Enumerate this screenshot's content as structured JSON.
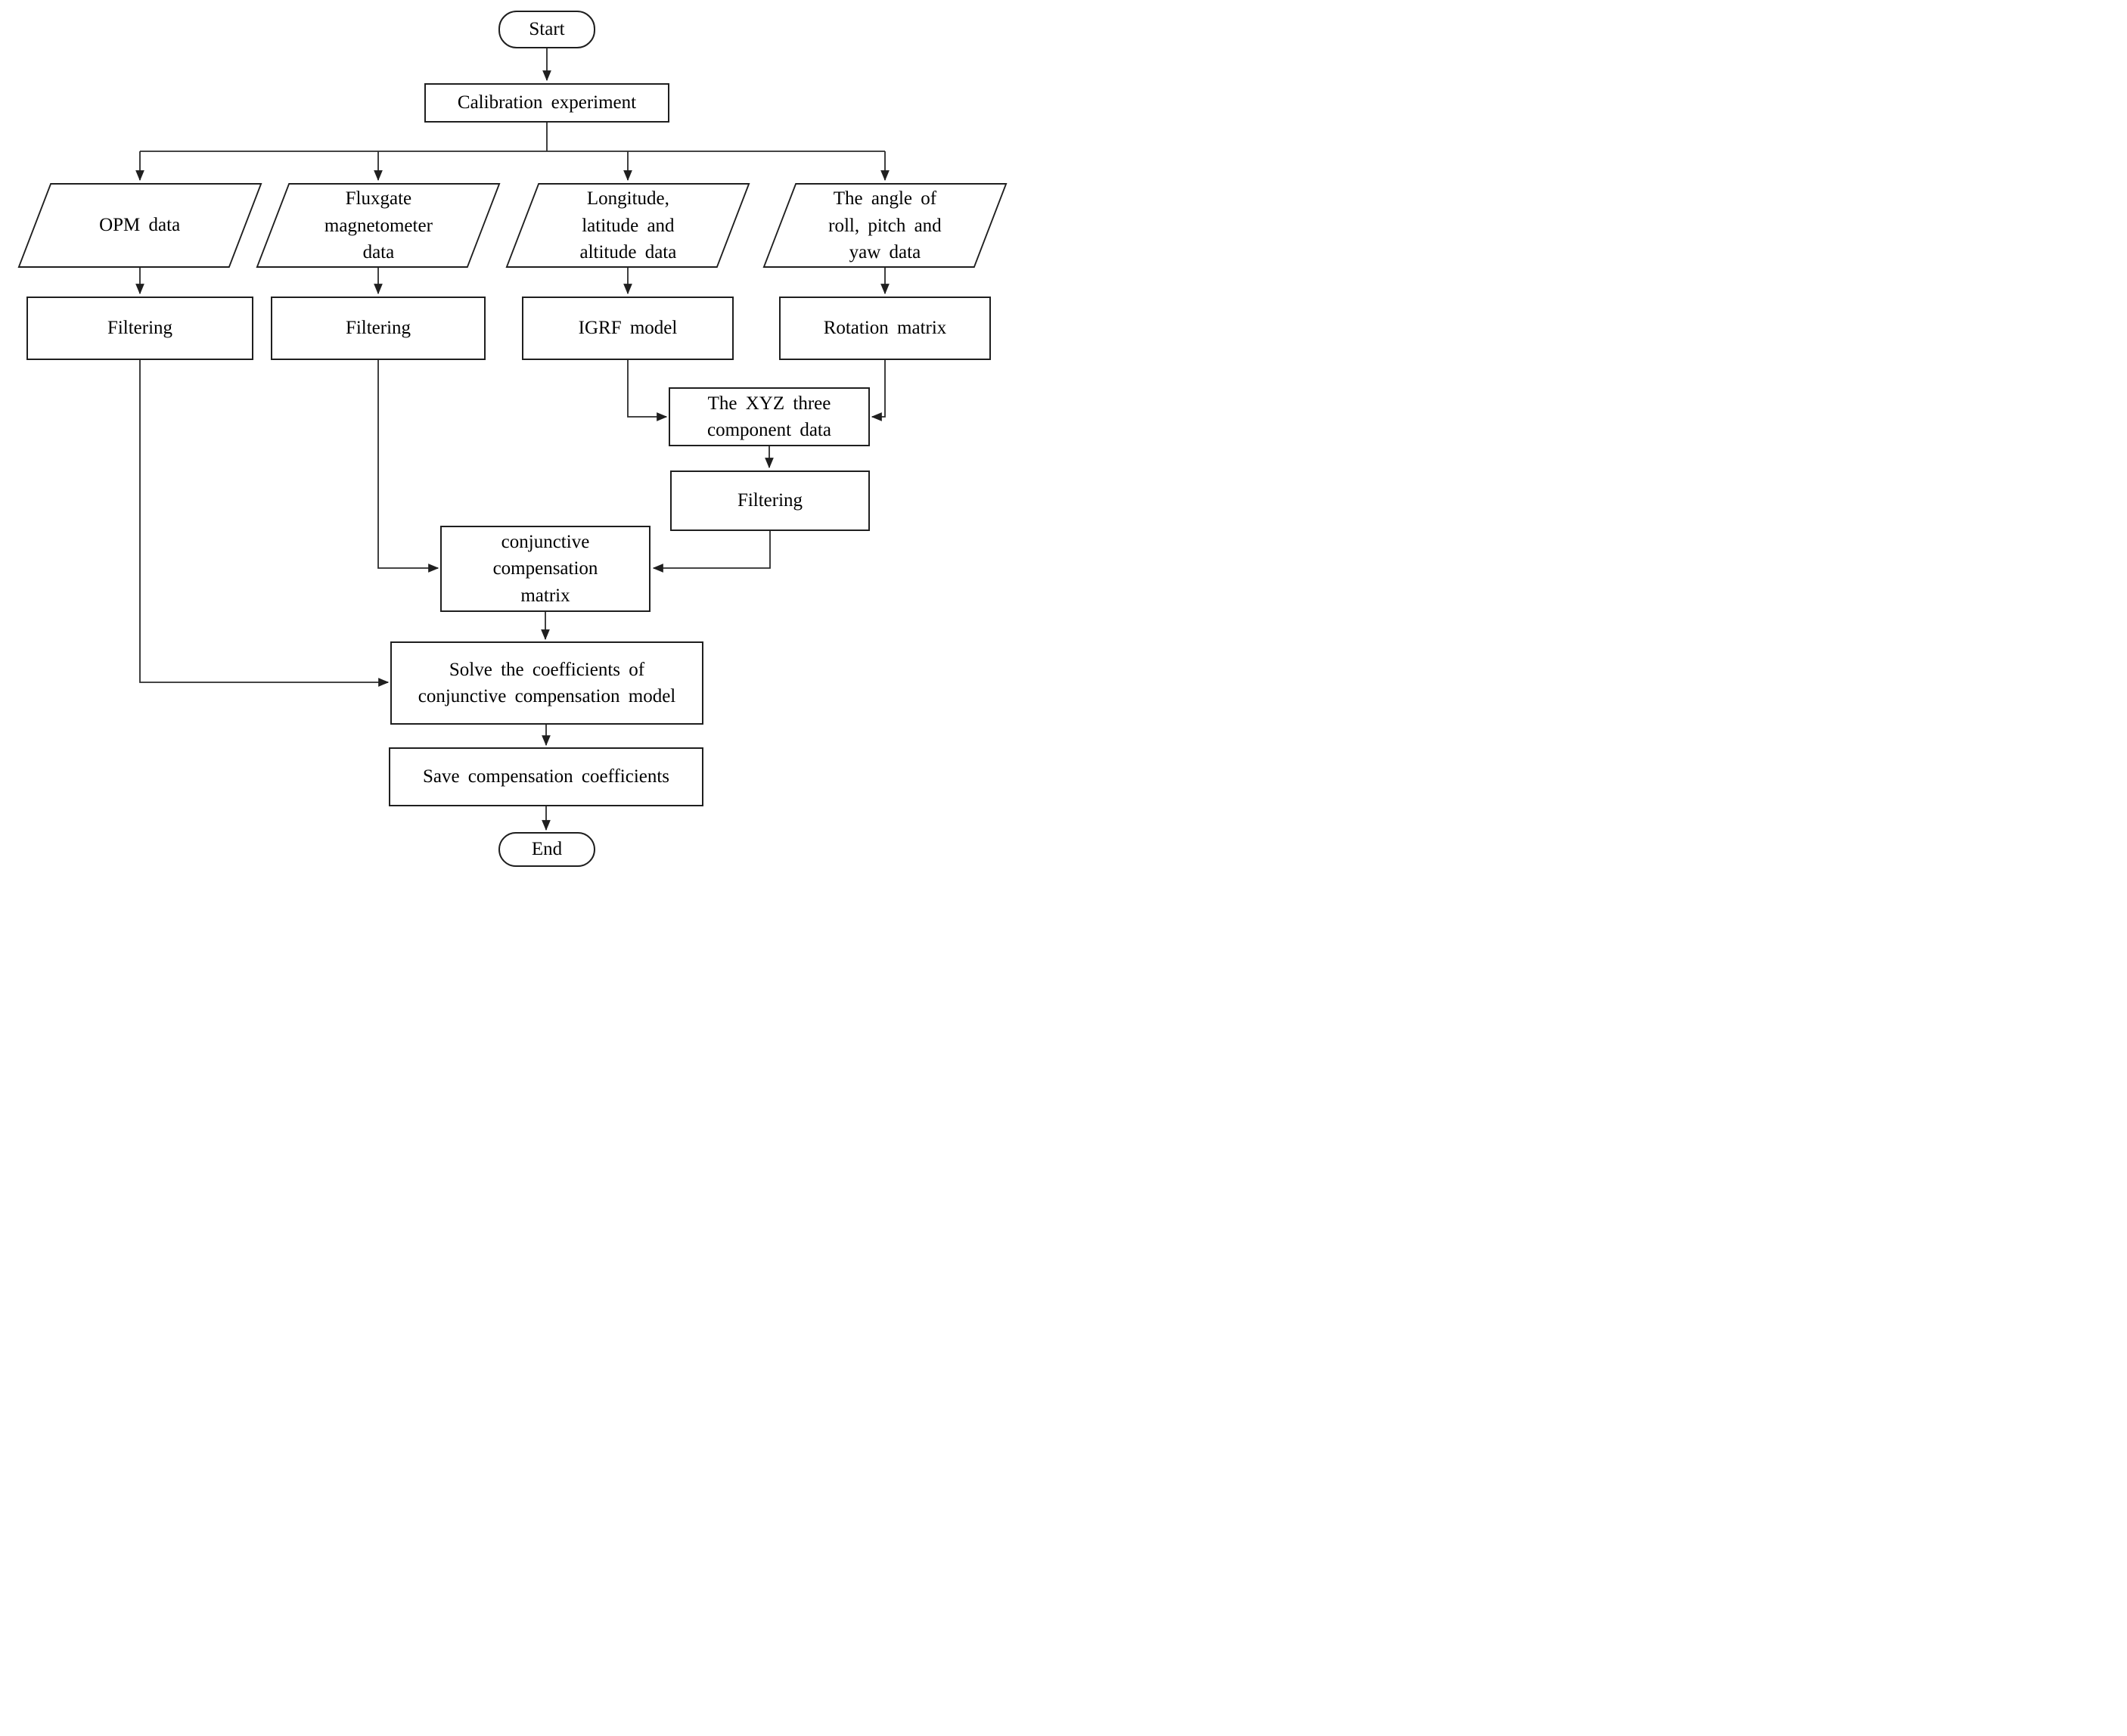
{
  "diagram": {
    "type": "flowchart",
    "colors": {
      "line": "#2b2b2b",
      "border": "#1f1f1f",
      "fill": "#ffffff",
      "text": "#000000"
    },
    "nodes": {
      "start": {
        "type": "terminator",
        "label": "Start"
      },
      "calibration": {
        "type": "process",
        "label": "Calibration experiment"
      },
      "opm": {
        "type": "data",
        "label": "OPM data"
      },
      "fluxgate": {
        "type": "data",
        "label": "Fluxgate magnetometer data"
      },
      "location": {
        "type": "data",
        "label": "Longitude, latitude and altitude data"
      },
      "attitude": {
        "type": "data",
        "label": "The angle of roll, pitch and yaw data"
      },
      "filtering_opm": {
        "type": "process",
        "label": "Filtering"
      },
      "filtering_fluxgate": {
        "type": "process",
        "label": "Filtering"
      },
      "igrf": {
        "type": "process",
        "label": "IGRF model"
      },
      "rotation": {
        "type": "process",
        "label": "Rotation matrix"
      },
      "xyz": {
        "type": "process",
        "label": "The XYZ three component data"
      },
      "filtering_xyz": {
        "type": "process",
        "label": "Filtering"
      },
      "conjunctive": {
        "type": "process",
        "label": "conjunctive compensation matrix"
      },
      "solve": {
        "type": "process",
        "label": "Solve the coefficients of conjunctive compensation model"
      },
      "save": {
        "type": "process",
        "label": "Save compensation coefficients"
      },
      "end": {
        "type": "terminator",
        "label": "End"
      }
    },
    "edges": [
      {
        "from": "start",
        "to": "calibration"
      },
      {
        "from": "calibration",
        "to": "opm"
      },
      {
        "from": "calibration",
        "to": "fluxgate"
      },
      {
        "from": "calibration",
        "to": "location"
      },
      {
        "from": "calibration",
        "to": "attitude"
      },
      {
        "from": "opm",
        "to": "filtering_opm"
      },
      {
        "from": "fluxgate",
        "to": "filtering_fluxgate"
      },
      {
        "from": "location",
        "to": "igrf"
      },
      {
        "from": "attitude",
        "to": "rotation"
      },
      {
        "from": "igrf",
        "to": "xyz"
      },
      {
        "from": "rotation",
        "to": "xyz"
      },
      {
        "from": "xyz",
        "to": "filtering_xyz"
      },
      {
        "from": "filtering_xyz",
        "to": "conjunctive"
      },
      {
        "from": "filtering_fluxgate",
        "to": "conjunctive"
      },
      {
        "from": "conjunctive",
        "to": "solve"
      },
      {
        "from": "filtering_opm",
        "to": "solve"
      },
      {
        "from": "solve",
        "to": "save"
      },
      {
        "from": "save",
        "to": "end"
      }
    ]
  }
}
